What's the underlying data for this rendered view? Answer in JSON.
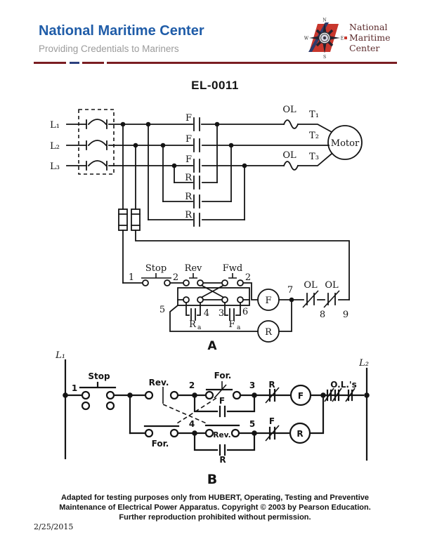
{
  "header": {
    "title": "National Maritime Center",
    "subtitle": "Providing Credentials to Mariners",
    "logo": {
      "line1": "National",
      "line2": "Maritime",
      "line3": "Center",
      "n": "N",
      "e": "E",
      "s": "S",
      "w": "W"
    }
  },
  "figure": {
    "id": "EL-0011"
  },
  "a": {
    "label": "A",
    "l1": "L₁",
    "l2": "L₂",
    "l3": "L₃",
    "t1": "T₁",
    "t2": "T₂",
    "t3": "T₃",
    "f": "F",
    "r": "R",
    "ol": "OL",
    "motor": "Motor",
    "stop": "Stop",
    "rev": "Rev",
    "fwd": "Fwd",
    "ra_r": "R",
    "ra_a": "a",
    "fa_f": "F",
    "fa_a": "a",
    "n1": "1",
    "n2": "2",
    "n3": "3",
    "n4": "4",
    "n5": "5",
    "n6": "6",
    "n7": "7",
    "n8": "8",
    "n9": "9"
  },
  "b": {
    "label": "B",
    "l1": "L₁",
    "l2": "L₂",
    "stop": "Stop",
    "rev": "Rev.",
    "forward": "For.",
    "f": "F",
    "r": "R",
    "ols": "O.L.'s",
    "n1": "1",
    "n2": "2",
    "n3": "3",
    "n4": "4",
    "n5": "5"
  },
  "footer": {
    "line1": "Adapted for testing purposes only from HUBERT, Operating, Testing and Preventive",
    "line2": "Maintenance of Electrical Power Apparatus. Copyright © 2003 by Pearson Education.",
    "line3": "Further reproduction prohibited without permission.",
    "date": "2/25/2015"
  },
  "colors": {
    "brand_blue": "#1f5ca8",
    "subtitle_gray": "#9b9b9b",
    "divider_maroon": "#7a1d22",
    "divider_blue": "#2b3f7e",
    "logo_red": "#c8372d",
    "logo_text_maroon": "#5c2b2c",
    "ink": "#141414"
  }
}
